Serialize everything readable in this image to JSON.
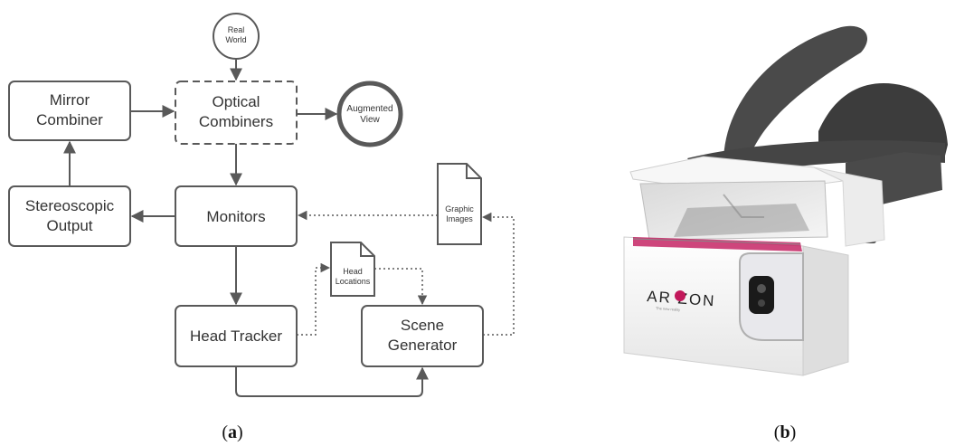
{
  "diagram": {
    "nodes": {
      "real_world": [
        "Real",
        "World"
      ],
      "mirror_combiner": [
        "Mirror",
        "Combiner"
      ],
      "optical_combiners": [
        "Optical",
        "Combiners"
      ],
      "augmented_view": [
        "Augmented",
        "View"
      ],
      "stereoscopic_output": [
        "Stereoscopic",
        "Output"
      ],
      "monitors": [
        "Monitors"
      ],
      "graphic_images": [
        "Graphic",
        "Images"
      ],
      "head_locations": [
        "Head",
        "Locations"
      ],
      "head_tracker": [
        "Head Tracker"
      ],
      "scene_generator": [
        "Scene",
        "Generator"
      ]
    }
  },
  "headset": {
    "brand": "AR ZON",
    "tagline": "The new reality"
  },
  "captions": {
    "a": {
      "open": "(",
      "letter": "a",
      "close": ")"
    },
    "b": {
      "open": "(",
      "letter": "b",
      "close": ")"
    }
  },
  "colors": {
    "stroke": "#595959",
    "text": "#333333",
    "strap": "#4a4a4a",
    "body": "#f2f2f2",
    "accent": "#c2185b"
  }
}
